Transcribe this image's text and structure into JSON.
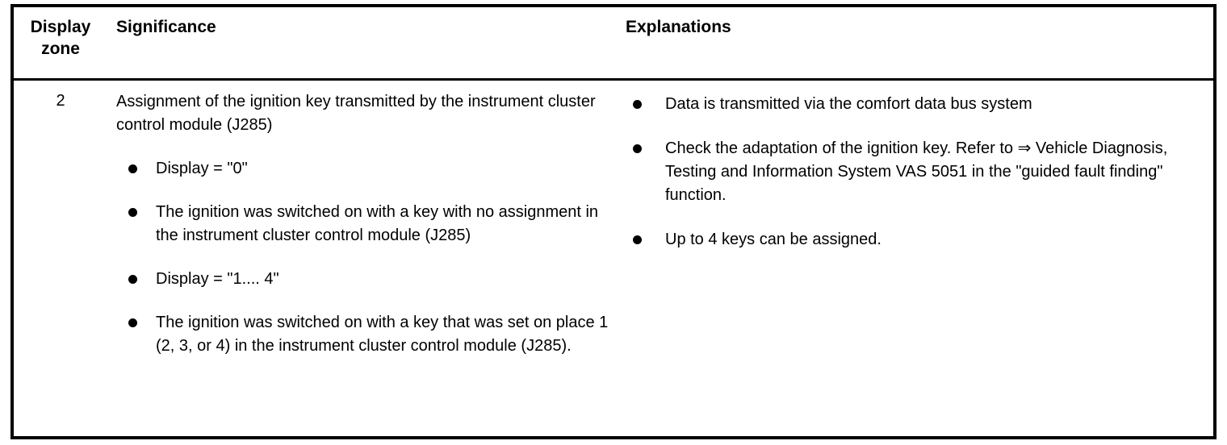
{
  "table": {
    "headers": {
      "display_zone": "Display\nzone",
      "display_zone_line1": "Display",
      "display_zone_line2": "zone",
      "significance": "Significance",
      "explanations": "Explanations"
    },
    "rows": [
      {
        "display_zone": "2",
        "significance": {
          "intro": "Assignment of the ignition key transmitted by the instrument cluster control module (J285)",
          "bullets": [
            "Display = \"0\"",
            "The ignition was switched on with a key with no assignment in the instrument cluster control module (J285)",
            "Display = \"1.... 4\"",
            "The ignition was switched on with a key that was set on place 1 (2, 3, or 4) in the instrument cluster control module (J285)."
          ]
        },
        "explanations": {
          "bullets": [
            "Data is transmitted via the comfort data bus system",
            "Check the adaptation of the ignition key. Refer to ⇒ Vehicle Diagnosis, Testing and Information System VAS 5051 in the \"guided fault finding\" function.",
            "Up to 4 keys can be assigned."
          ]
        }
      }
    ]
  },
  "icons": {
    "bullet": "bullet-point-icon",
    "arrow": "double-right-arrow-glyph"
  },
  "colors": {
    "text": "#000000",
    "background": "#ffffff",
    "border": "#000000"
  }
}
